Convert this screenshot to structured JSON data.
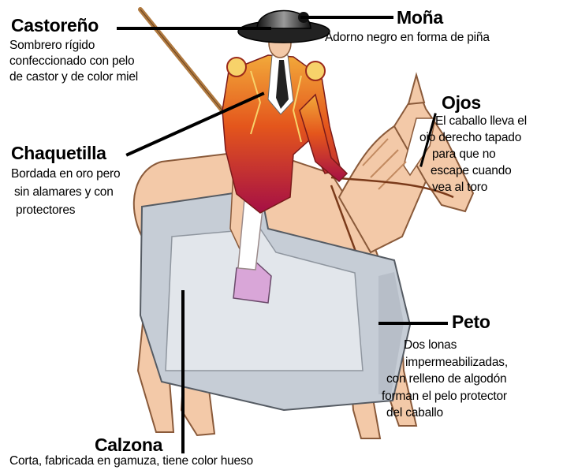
{
  "labels": {
    "castoreno": {
      "title": "Castoreño",
      "lines": [
        "Sombrero rígido",
        "confeccionado con pelo",
        "de castor y de color miel"
      ]
    },
    "mona": {
      "title": "Moña",
      "lines": [
        "Adorno negro en forma de piña"
      ]
    },
    "ojos": {
      "title": "Ojos",
      "lines": [
        "El caballo lleva el",
        "ojo derecho tapado",
        "para que no",
        "escape cuando",
        "vea al toro"
      ]
    },
    "chaquetilla": {
      "title": "Chaquetilla",
      "lines": [
        "Bordada en oro pero",
        "sin alamares y con",
        "protectores"
      ]
    },
    "peto": {
      "title": "Peto",
      "lines": [
        "Dos lonas",
        "impermeabilizadas,",
        "con relleno de algodón",
        "forman el pelo protector",
        "del caballo"
      ]
    },
    "calzona": {
      "title": "Calzona",
      "lines": [
        "Corta, fabricada en gamuza, tiene color hueso"
      ]
    }
  },
  "colors": {
    "horse": "#f3c9a8",
    "horse_outline": "#8a5a3a",
    "peto": "#c6cdd6",
    "peto_light": "#e6eaef",
    "peto_outline": "#555b63",
    "jacket_top": "#f0a030",
    "jacket_mid": "#e05018",
    "jacket_bottom": "#b01040",
    "hat": "#222222",
    "hat_band": "#888888",
    "lance": "#b07a40",
    "leader_line": "#000000"
  }
}
